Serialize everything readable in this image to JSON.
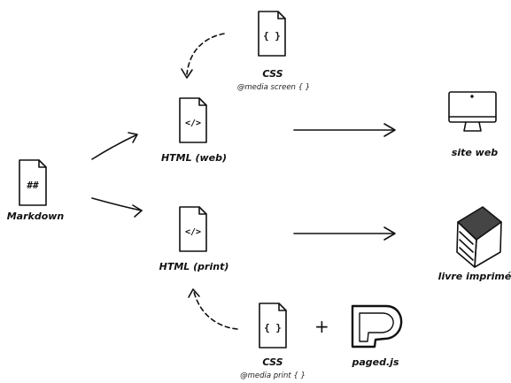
{
  "nodes": {
    "markdown": {
      "label": "Markdown",
      "glyph": "##"
    },
    "css_screen": {
      "label": "CSS",
      "sublabel": "@media screen { }",
      "glyph": "{ }"
    },
    "html_web": {
      "label": "HTML (web)",
      "glyph": "</>"
    },
    "site_web": {
      "label": "site web"
    },
    "html_print": {
      "label": "HTML (print)",
      "glyph": "</>"
    },
    "livre": {
      "label": "livre imprimé"
    },
    "css_print": {
      "label": "CSS",
      "sublabel": "@media print { }",
      "glyph": "{ }"
    },
    "pagedjs": {
      "label": "paged.js"
    },
    "plus": {
      "label": "+"
    }
  },
  "edges": [
    {
      "from": "markdown",
      "to": "html_web",
      "style": "solid"
    },
    {
      "from": "markdown",
      "to": "html_print",
      "style": "solid"
    },
    {
      "from": "css_screen",
      "to": "html_web",
      "style": "dashed"
    },
    {
      "from": "html_web",
      "to": "site_web",
      "style": "solid"
    },
    {
      "from": "html_print",
      "to": "livre",
      "style": "solid"
    },
    {
      "from": "css_print",
      "to": "html_print",
      "style": "dashed"
    }
  ]
}
